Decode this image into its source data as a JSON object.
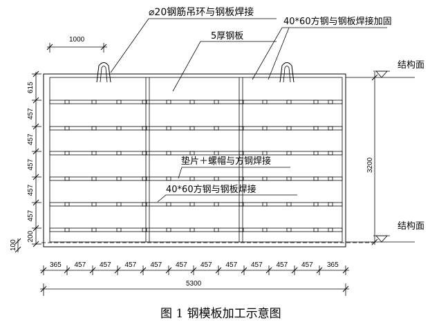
{
  "caption": "图 1 钢模板加工示意图",
  "labels": {
    "lifting_ring": "⌀20钢筋吊环与钢板焊接",
    "reinforce": "40*60方钢与钢板焊接加固",
    "plate": "5厚钢板",
    "washer_nut": "垫片＋螺帽与方钢焊接",
    "square_steel": "40*60方钢与钢板焊接",
    "structure_top": "结构面",
    "structure_bottom": "结构面"
  },
  "dimensions": {
    "ring_spacing": "1000",
    "total_height": "3200",
    "total_width": "5300",
    "bottom_offset": "100",
    "left_segments": [
      "615",
      "457",
      "457",
      "457",
      "457",
      "457",
      "200"
    ],
    "bottom_segments": [
      "365",
      "457",
      "457",
      "457",
      "457",
      "457",
      "457",
      "457",
      "457",
      "457",
      "457",
      "365"
    ]
  }
}
